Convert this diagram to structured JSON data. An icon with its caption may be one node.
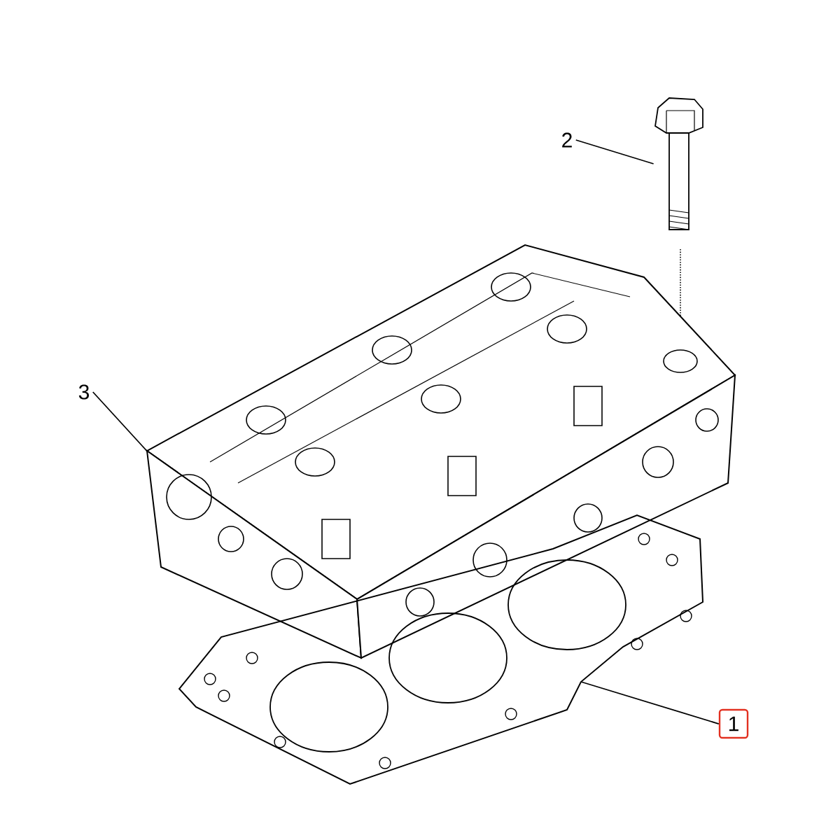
{
  "diagram": {
    "nodes": [
      {
        "text": [
          "2"
        ]
      },
      {
        "text": [],
        "shape": "picture"
      },
      {
        "text": [
          "3"
        ]
      },
      {
        "text": [],
        "shape": "picture"
      },
      {
        "text": [
          "1"
        ]
      },
      {
        "text": [],
        "shape": "picture"
      }
    ],
    "edges": [
      {
        "from": 0,
        "to": 1,
        "arrow": "none"
      },
      {
        "from": 2,
        "to": 3,
        "arrow": "none"
      },
      {
        "from": 4,
        "to": 5,
        "arrow": "none"
      }
    ]
  }
}
